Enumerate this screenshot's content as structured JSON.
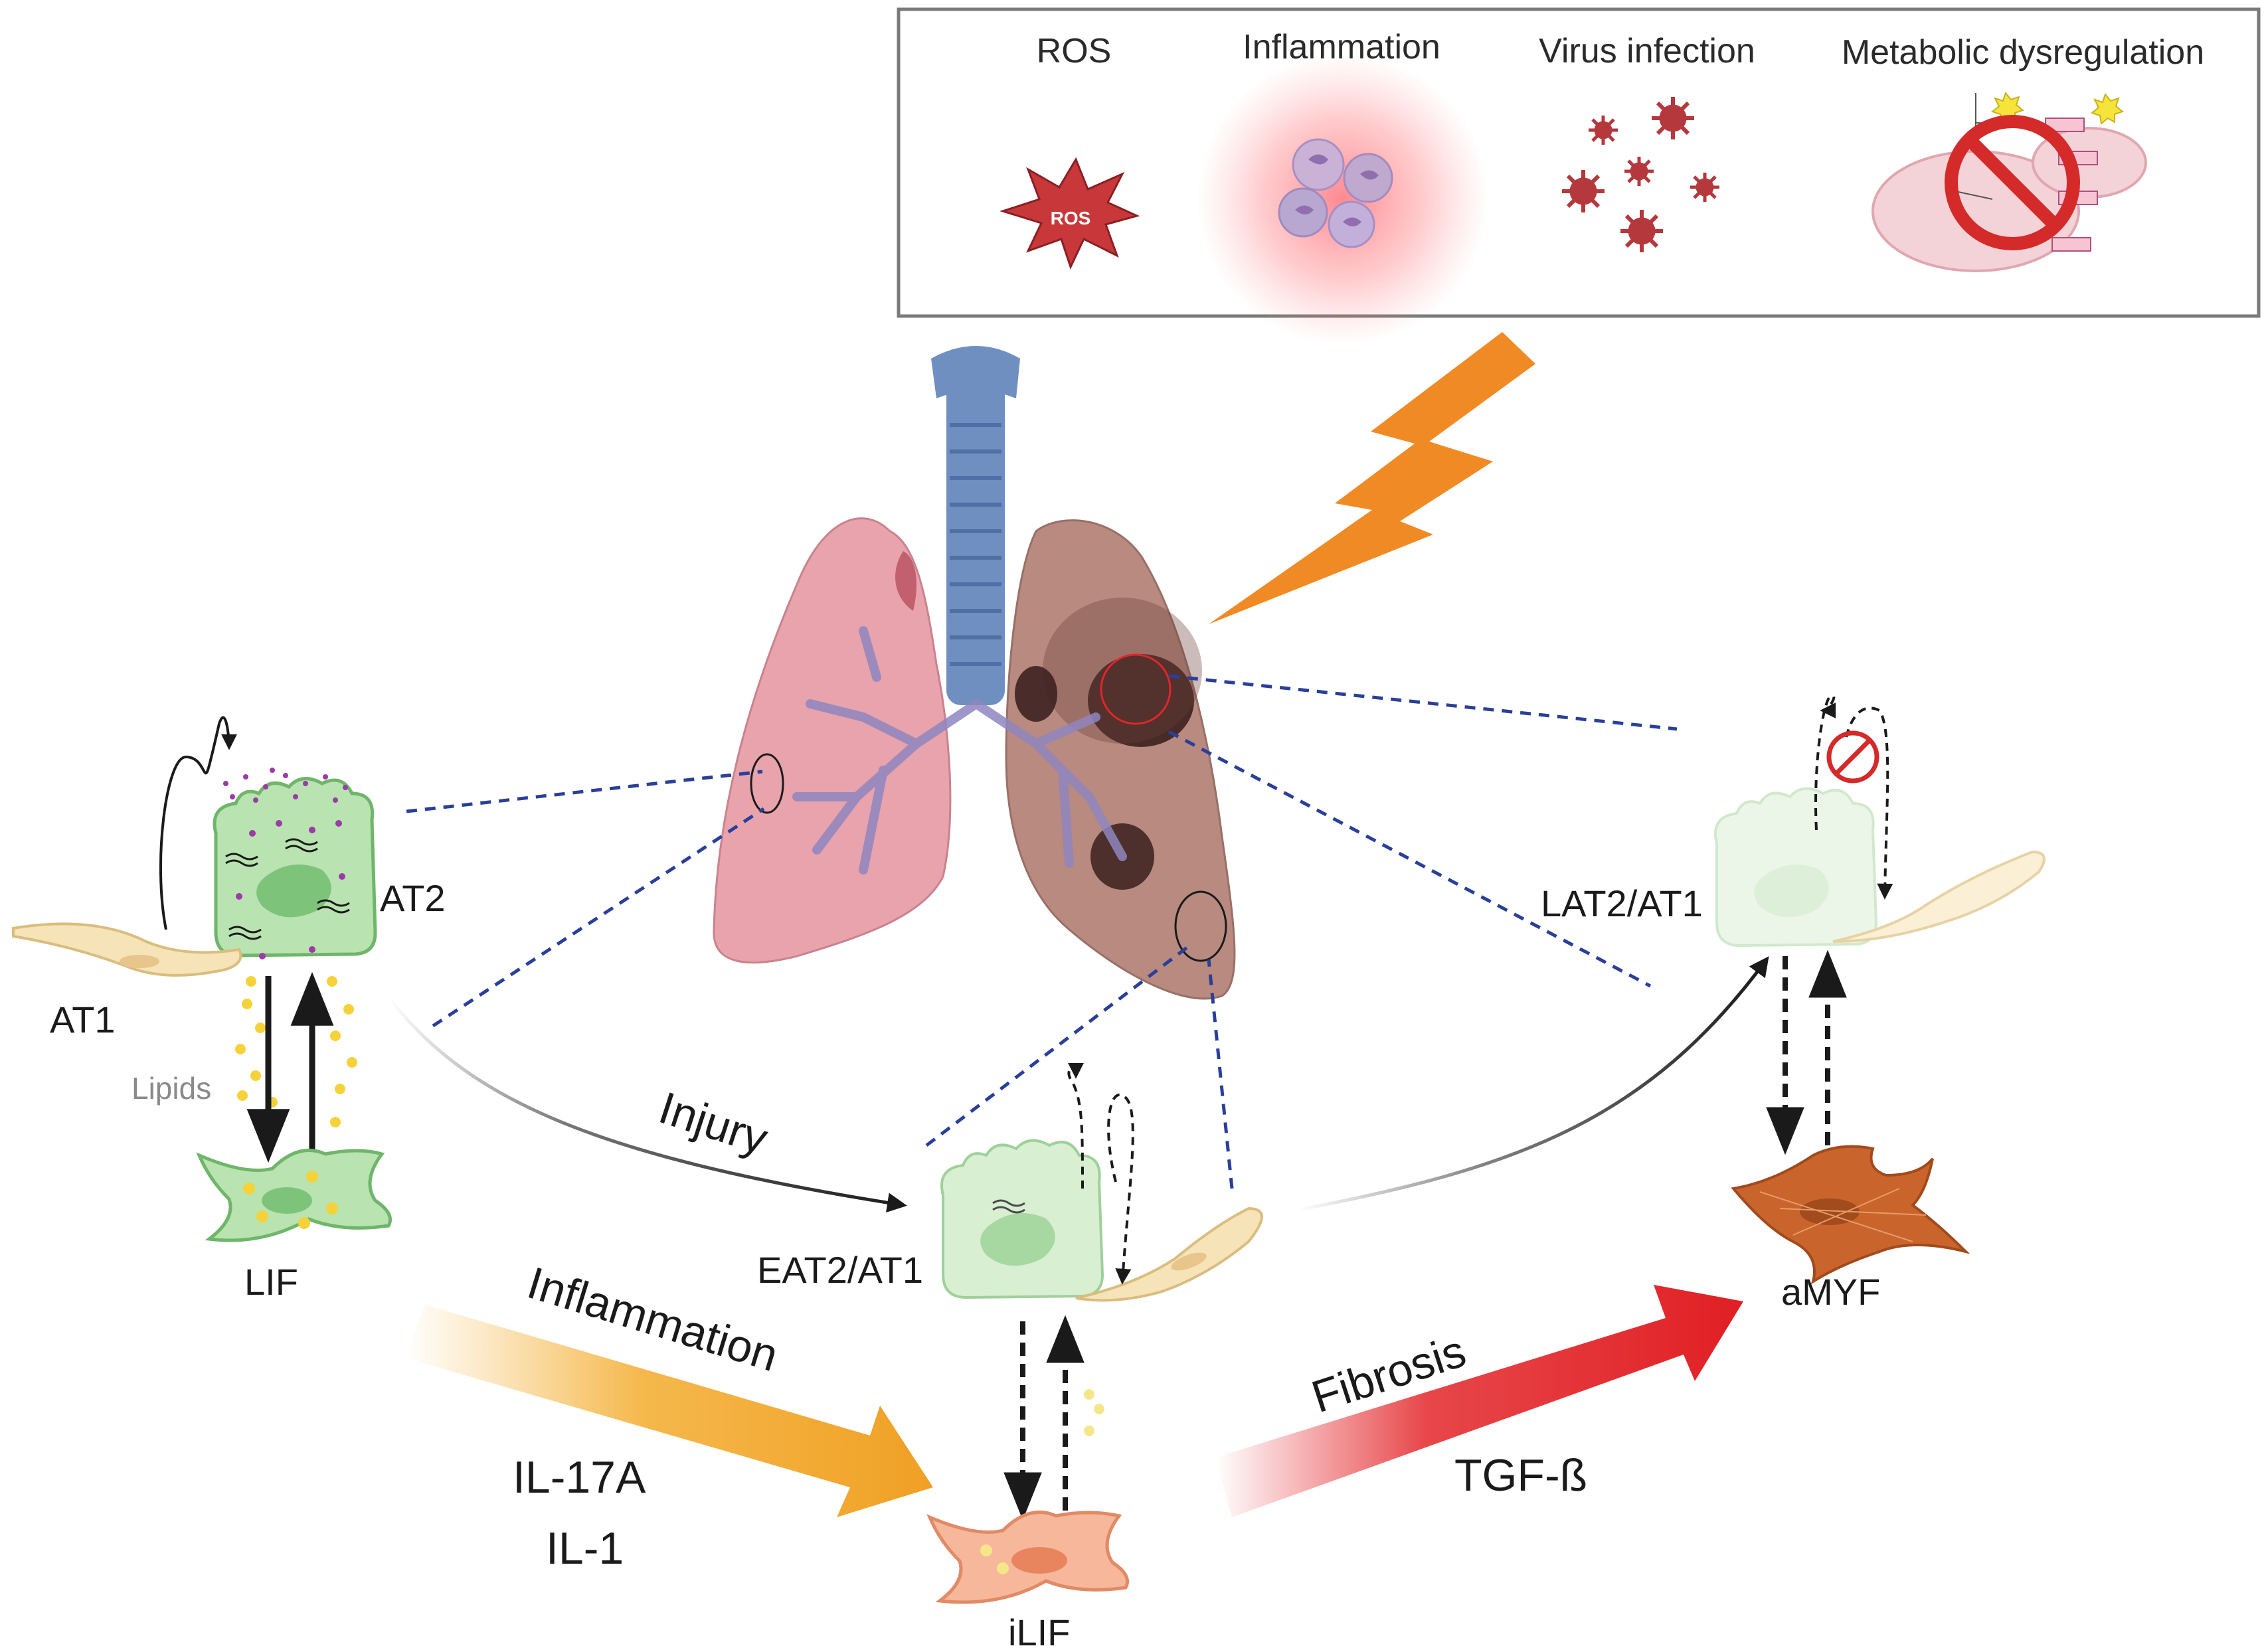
{
  "stressors": {
    "ros": "ROS",
    "ros_star_text": "ROS",
    "inflammation": "Inflammation",
    "virus": "Virus infection",
    "metabolic": "Metabolic dysregulation"
  },
  "cells": {
    "at2": "AT2",
    "at1": "AT1",
    "lipids": "Lipids",
    "lif": "LIF",
    "eat2": "EAT2/AT1",
    "lat2": "LAT2/AT1",
    "ilif": "iLIF",
    "amyf": "aMYF"
  },
  "processes": {
    "injury": "Injury",
    "inflammation": "Inflammation",
    "il17a": "IL-17A",
    "il1": "IL-1",
    "fibrosis": "Fibrosis",
    "tgfb": "TGF-ß"
  },
  "colors": {
    "box_border": "#7a7a7a",
    "dashed_link": "#2a3f9a",
    "bolt": "#f08a24",
    "ros_star": "#c8383a",
    "virus": "#b5383c",
    "ban": "#d42a2a",
    "lung_left": "#e8a3ad",
    "lung_right": "#b88a80",
    "trachea": "#6f8fc0",
    "at2_cell": "#b9e3b0",
    "at1_cell": "#f6e3b8",
    "lipid_dot": "#f5d23a",
    "ilif_cell": "#f7b79a",
    "amyf_cell": "#c9652c",
    "inflammation_arrow": "#f0a82a",
    "fibrosis_arrow": "#e3262a"
  }
}
